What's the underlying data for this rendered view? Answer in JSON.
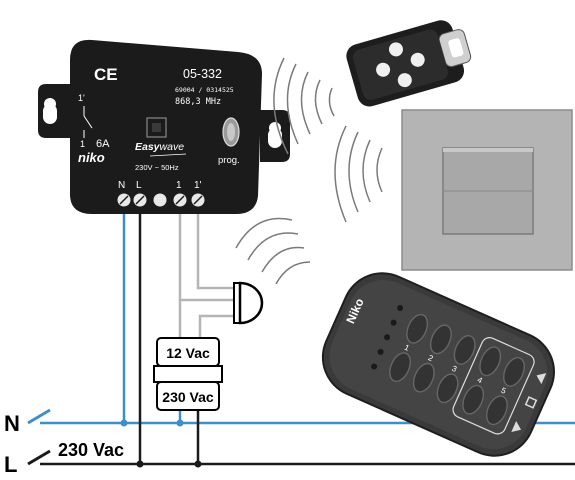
{
  "module": {
    "ce_mark": "CE",
    "model": "05-332",
    "serial": "69004 / 0314525",
    "frequency": "868,3 MHz",
    "relay_top": "1'",
    "relay_bottom": "1",
    "rating": "6A",
    "brand": "niko",
    "product_prefix": "Easy",
    "product_suffix": "wave",
    "supply": "230V ~ 50Hz",
    "prog_label": "prog.",
    "terminals": [
      "N",
      "L",
      "1",
      "1'"
    ]
  },
  "transformer": {
    "secondary": "12 Vac",
    "primary": "230 Vac"
  },
  "mains": {
    "neutral": "N",
    "live": "L",
    "voltage": "230 Vac"
  },
  "remote": {
    "brand": "Niko",
    "channels": [
      "1",
      "2",
      "3",
      "4",
      "5"
    ]
  },
  "colors": {
    "module_body": "#1b1b1b",
    "neutral_wire": "#3e8fc7",
    "live_wire": "#1a1a1a",
    "switched_wire": "#b5b5b5",
    "wall_switch": "#b4b4b4",
    "remote_body": "#3a3a3a",
    "wave": "#7a7a7a"
  }
}
